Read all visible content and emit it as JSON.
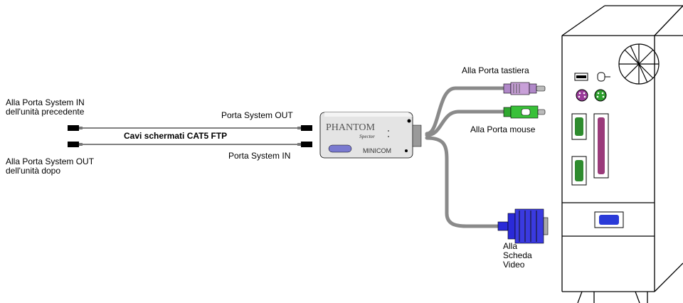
{
  "labels": {
    "prev_unit_line1": "Alla Porta System IN",
    "prev_unit_line2": "dell'unità precedente",
    "next_unit_line1": "Alla Porta System OUT",
    "next_unit_line2": "dell'unità dopo",
    "system_out": "Porta System OUT",
    "system_in": "Porta System IN",
    "cable": "Cavi schermati CAT5 FTP",
    "keyboard_port": "Alla Porta tastiera",
    "mouse_port": "Alla Porta mouse",
    "video_line1": "Alla",
    "video_line2": "Scheda",
    "video_line3": "Video"
  },
  "device": {
    "brand": "PHANTOM",
    "model": "Spector",
    "logo": "MINICOM"
  },
  "colors": {
    "keyboard": "#c8a0d8",
    "mouse": "#38c038",
    "vga": "#2a2ad8",
    "cable_gray": "#9a9a9a",
    "green_port": "#2e8b2e",
    "purple_port": "#9a3a7a"
  }
}
